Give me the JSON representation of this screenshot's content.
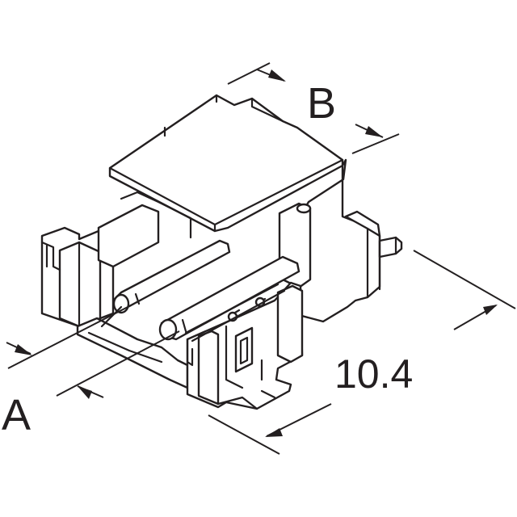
{
  "dimensions": {
    "a_label": "A",
    "b_label": "B",
    "length_label": "10.4"
  },
  "colors": {
    "line": "#231f20",
    "background": "#ffffff"
  }
}
